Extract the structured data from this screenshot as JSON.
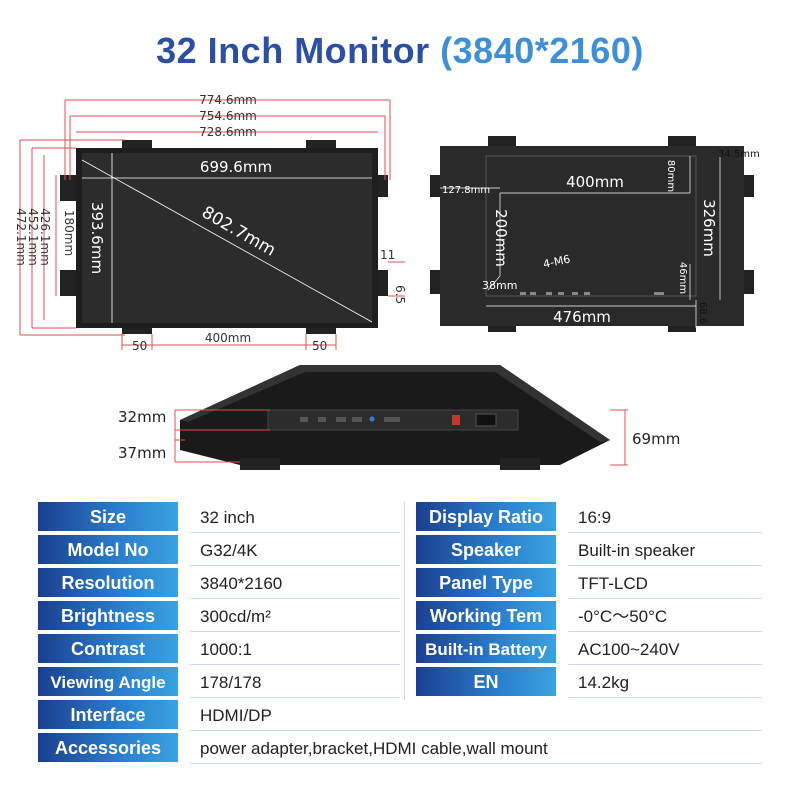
{
  "title": {
    "main": "32 Inch Monitor",
    "resolution": "(3840*2160)"
  },
  "front_view": {
    "widths": [
      "774.6mm",
      "754.6mm",
      "728.6mm"
    ],
    "heights": [
      "472.1mm",
      "452.1mm",
      "426.1mm",
      "180mm"
    ],
    "active_width": "699.6mm",
    "active_height": "393.6mm",
    "diagonal": "802.7mm",
    "bracket_left": "50",
    "bracket_span": "400mm",
    "bracket_right": "50",
    "tab_height": "11",
    "tab_depth": "6.5"
  },
  "back_view": {
    "top_right": "34.5mm",
    "left_offset": "127.8mm",
    "vesa_w": "400mm",
    "vesa_h": "200mm",
    "top_offset": "80mm",
    "right_h": "326mm",
    "screw": "4-M6",
    "corner": "38mm",
    "bottom_right_v": "46mm",
    "bottom_w": "476mm",
    "edge": "68.6"
  },
  "side_view": {
    "d1": "32mm",
    "d2": "37mm",
    "d3": "69mm"
  },
  "specs_left": [
    {
      "label": "Size",
      "value": "32 inch"
    },
    {
      "label": "Model No",
      "value": "G32/4K"
    },
    {
      "label": "Resolution",
      "value": "3840*2160"
    },
    {
      "label": "Brightness",
      "value": "300cd/m²"
    },
    {
      "label": "Contrast",
      "value": "1000:1"
    },
    {
      "label": "Viewing Angle",
      "value": "178/178"
    }
  ],
  "specs_right": [
    {
      "label": "Display Ratio",
      "value": "16:9"
    },
    {
      "label": "Speaker",
      "value": "Built-in speaker"
    },
    {
      "label": "Panel Type",
      "value": "TFT-LCD"
    },
    {
      "label": "Working Tem",
      "value": "-0°C～50°C"
    },
    {
      "label": "Built-in Battery",
      "value": "AC100~240V"
    },
    {
      "label": "EN",
      "value": "14.2kg"
    }
  ],
  "specs_wide": [
    {
      "label": "Interface",
      "value": "HDMI/DP"
    },
    {
      "label": "Accessories",
      "value": "power adapter,bracket,HDMI cable,wall mount"
    }
  ]
}
